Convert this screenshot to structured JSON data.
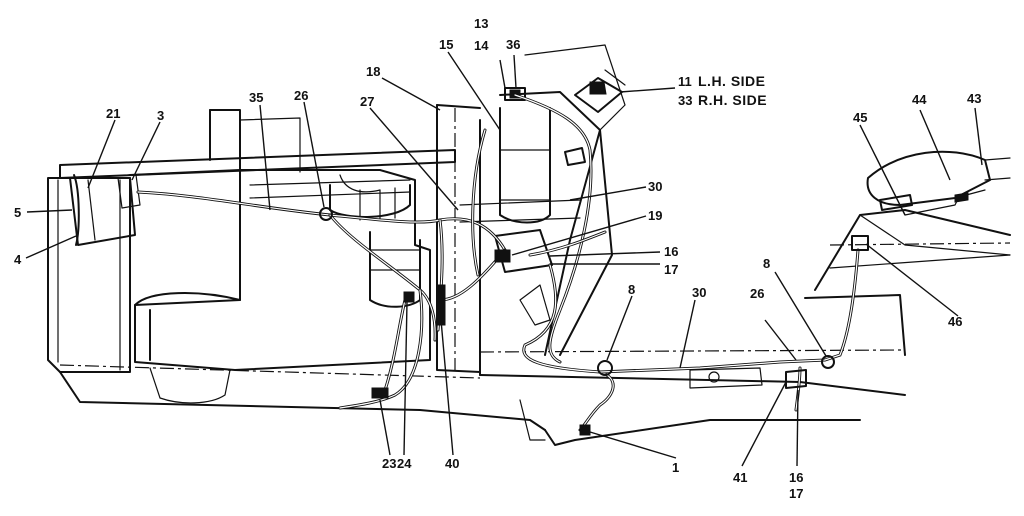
{
  "callouts": [
    {
      "id": "c21",
      "text": "21"
    },
    {
      "id": "c3a",
      "text": "3"
    },
    {
      "id": "c5",
      "text": "5"
    },
    {
      "id": "c4",
      "text": "4"
    },
    {
      "id": "c35",
      "text": "35"
    },
    {
      "id": "c26a",
      "text": "26"
    },
    {
      "id": "c18",
      "text": "18"
    },
    {
      "id": "c27",
      "text": "27"
    },
    {
      "id": "c15",
      "text": "15"
    },
    {
      "id": "c13",
      "text": "13"
    },
    {
      "id": "c14",
      "text": "14"
    },
    {
      "id": "c36",
      "text": "36"
    },
    {
      "id": "c11",
      "text": "11"
    },
    {
      "id": "c33",
      "text": "33"
    },
    {
      "id": "c30a",
      "text": "30"
    },
    {
      "id": "c19",
      "text": "19"
    },
    {
      "id": "c16a",
      "text": "16"
    },
    {
      "id": "c17a",
      "text": "17"
    },
    {
      "id": "c8a",
      "text": "8"
    },
    {
      "id": "c30b",
      "text": "30"
    },
    {
      "id": "c26b",
      "text": "26"
    },
    {
      "id": "c8b",
      "text": "8"
    },
    {
      "id": "c45",
      "text": "45"
    },
    {
      "id": "c44",
      "text": "44"
    },
    {
      "id": "c43",
      "text": "43"
    },
    {
      "id": "c46",
      "text": "46"
    },
    {
      "id": "c23",
      "text": "23"
    },
    {
      "id": "c24",
      "text": "24"
    },
    {
      "id": "c40",
      "text": "40"
    },
    {
      "id": "c1",
      "text": "1"
    },
    {
      "id": "c41",
      "text": "41"
    },
    {
      "id": "c16b",
      "text": "16"
    },
    {
      "id": "c17b",
      "text": "17"
    }
  ],
  "notes": {
    "lh_side": "L.H. SIDE",
    "rh_side": "R.H. SIDE"
  }
}
